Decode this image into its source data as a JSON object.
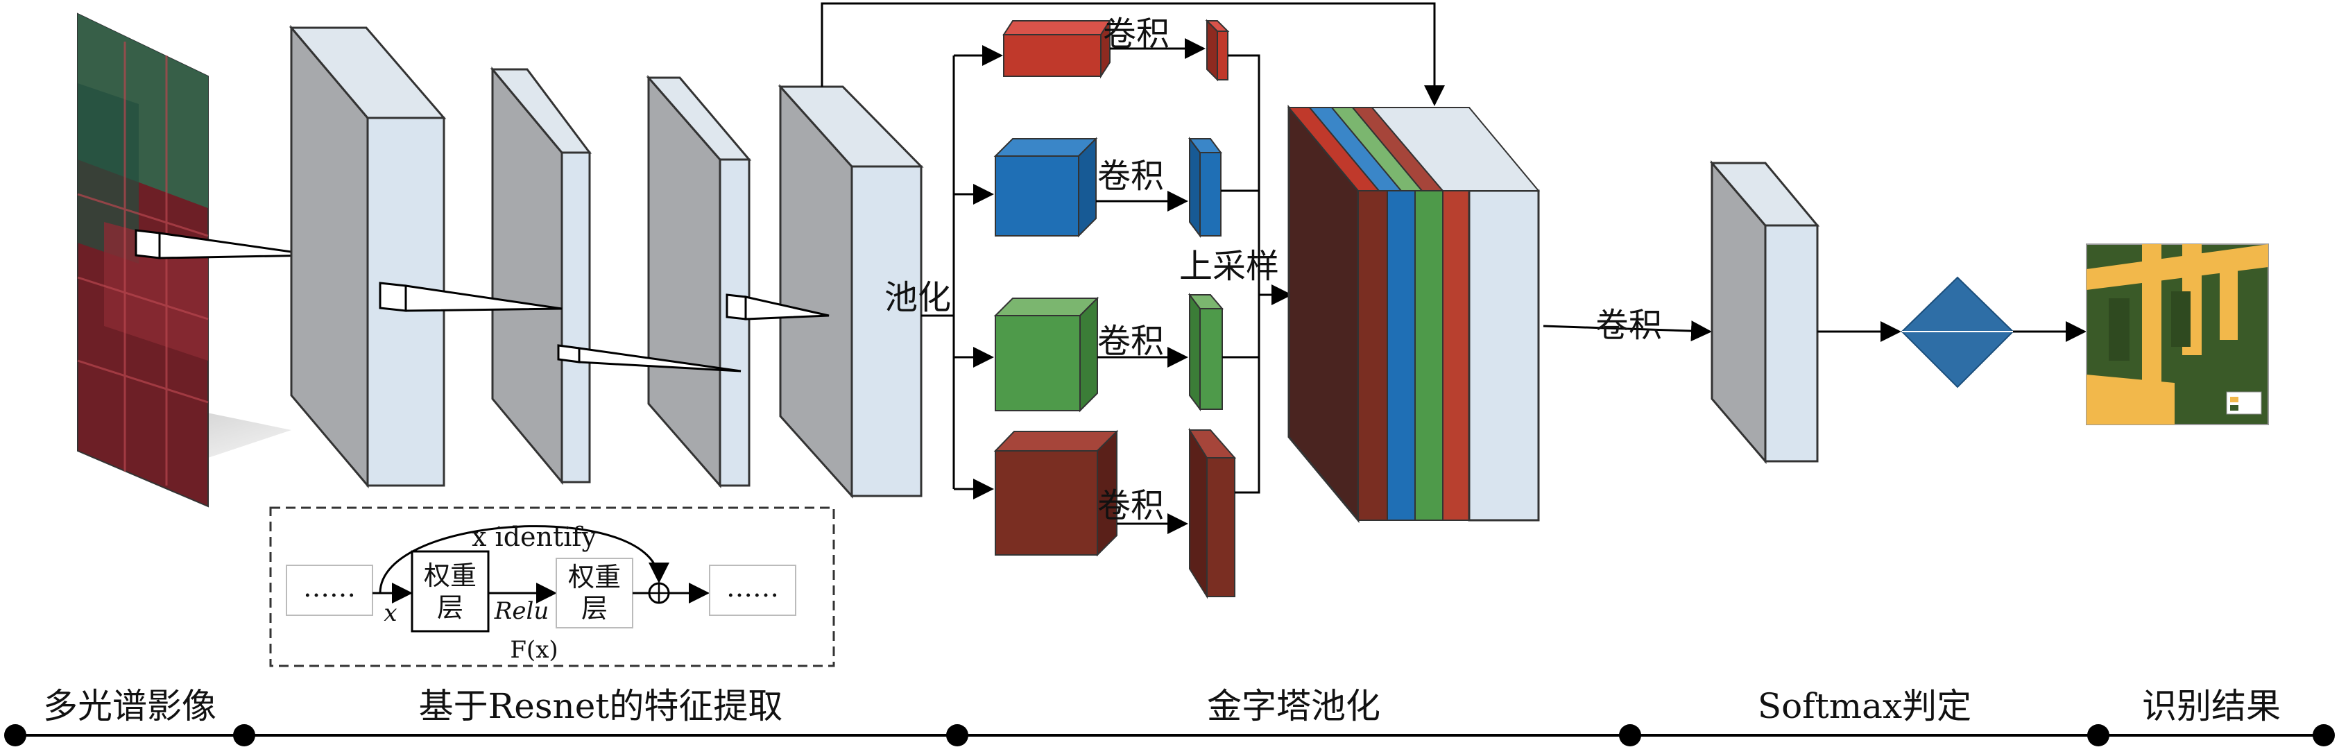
{
  "stages": [
    "多光谱影像",
    "基于Resnet的特征提取",
    "金字塔池化",
    "Softmax判定",
    "识别结果"
  ],
  "ops": {
    "pool": "池化",
    "conv": "卷积",
    "upsample": "上采样",
    "conv_final": "卷积"
  },
  "residual": {
    "dots_left": "……",
    "dots_right": "……",
    "x_identify": "x identify",
    "x": "x",
    "weight_layer_1_line1": "权重",
    "weight_layer_1_line2": "层",
    "relu": "Relu",
    "weight_layer_2_line1": "权重",
    "weight_layer_2_line2": "层",
    "fx": "F(x)",
    "plus": "⊕"
  },
  "colors": {
    "red": "#c0392b",
    "blue": "#1f6fb5",
    "green": "#4e9a4a",
    "brown": "#7a2e22",
    "dark_brown": "#4a2420",
    "slab_front": "#d9e4ef",
    "slab_side": "#a7a9ac",
    "diamond": "#2e6ea6"
  }
}
